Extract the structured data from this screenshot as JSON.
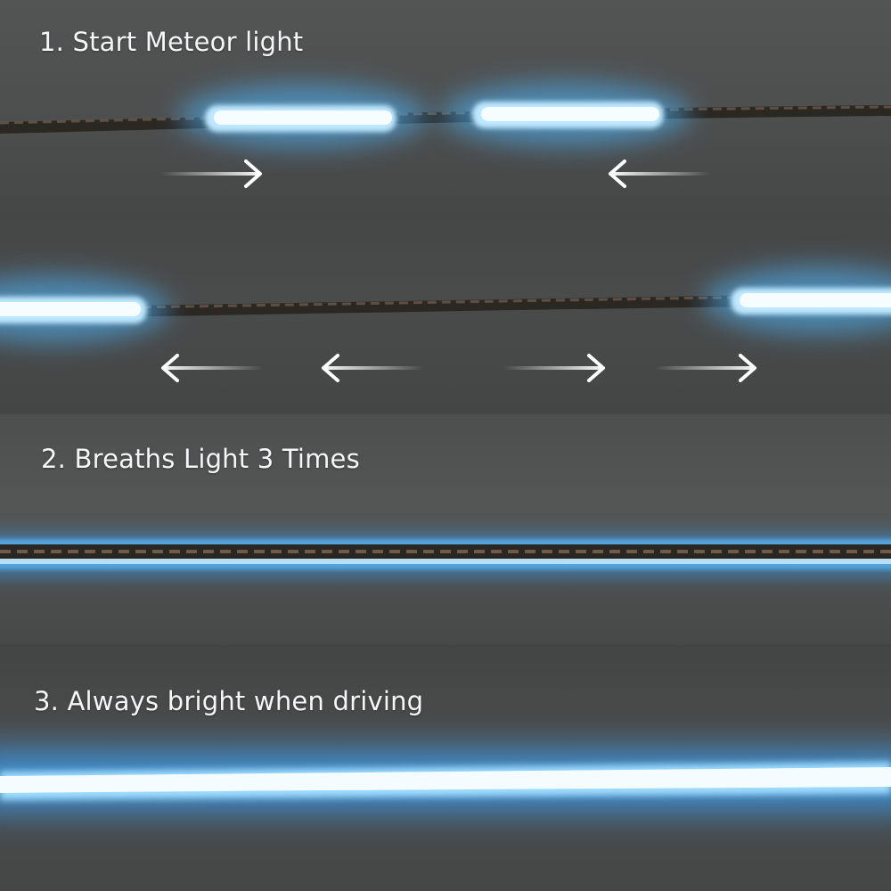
{
  "captions": {
    "step1": "1. Start Meteor light",
    "step2": "2. Breaths Light 3 Times",
    "step3": "3. Always bright when driving"
  },
  "colors": {
    "background": "#4a4c4c",
    "led_glow": "#4fb8ff",
    "led_core": "#f2fbff",
    "strip_dark": "#2a2622",
    "text": "#f4f6f7"
  },
  "icons": {
    "arrow_right": "arrow-right-icon",
    "arrow_left": "arrow-left-icon"
  }
}
